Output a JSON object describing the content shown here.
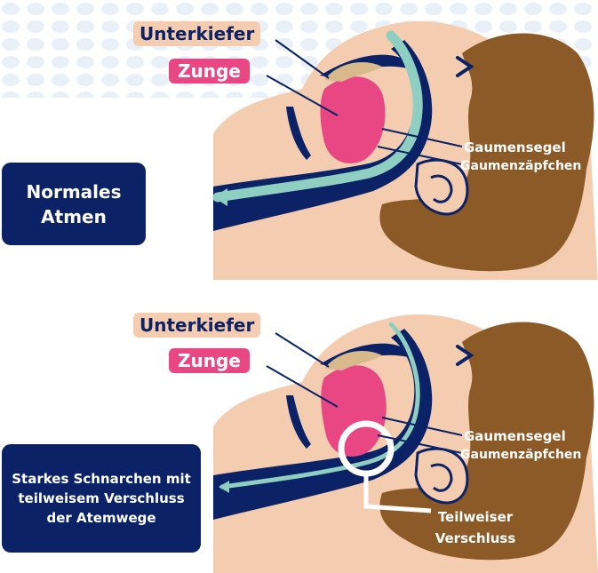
{
  "colors": {
    "navy": "#0b2366",
    "skin": "#f4cdb0",
    "tongue": "#e94784",
    "hair": "#8b5a26",
    "airway": "#8fcfc1"
  },
  "panel_top": {
    "title_box": "Normales Atmen",
    "unterkiefer": "Unterkiefer",
    "zunge": "Zunge",
    "gaumensegel": "Gaumensegel",
    "gaumenzaepfchen": "Gaumenzäpfchen"
  },
  "panel_bottom": {
    "title_box": "Starkes Schnarchen mit teilweisem Verschluss der Atemwege",
    "unterkiefer": "Unterkiefer",
    "zunge": "Zunge",
    "gaumensegel": "Gaumensegel",
    "gaumenzaepfchen": "Gaumenzäpfchen",
    "verschluss": "Teilweiser Verschluss"
  }
}
